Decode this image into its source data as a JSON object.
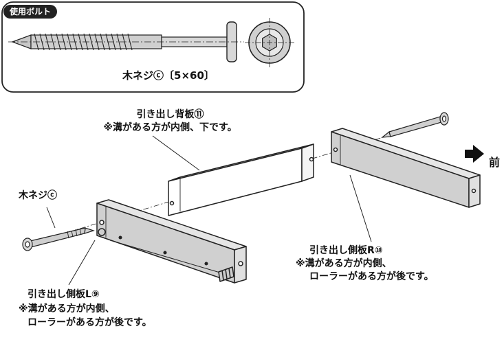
{
  "header": {
    "badge": "使用ボルト",
    "screw_label": "木ネジⓒ〔5×60〕"
  },
  "labels": {
    "back_board": "引き出し背板⑪",
    "back_board_note": "※溝がある方が内側、下です。",
    "screw": "木ネジⓒ",
    "side_r": "引き出し側板R⑩",
    "side_r_note1": "※溝がある方が内側、",
    "side_r_note2": "ローラーがある方が後です。",
    "side_l": "引き出し側板L⑨",
    "side_l_note1": "※溝がある方が内側、",
    "side_l_note2": "ローラーがある方が後です。",
    "front": "前"
  },
  "colors": {
    "ink": "#222222",
    "board_fill": "#d0d0d0",
    "board_top": "#e6e6e6",
    "white_board": "#ffffff"
  }
}
